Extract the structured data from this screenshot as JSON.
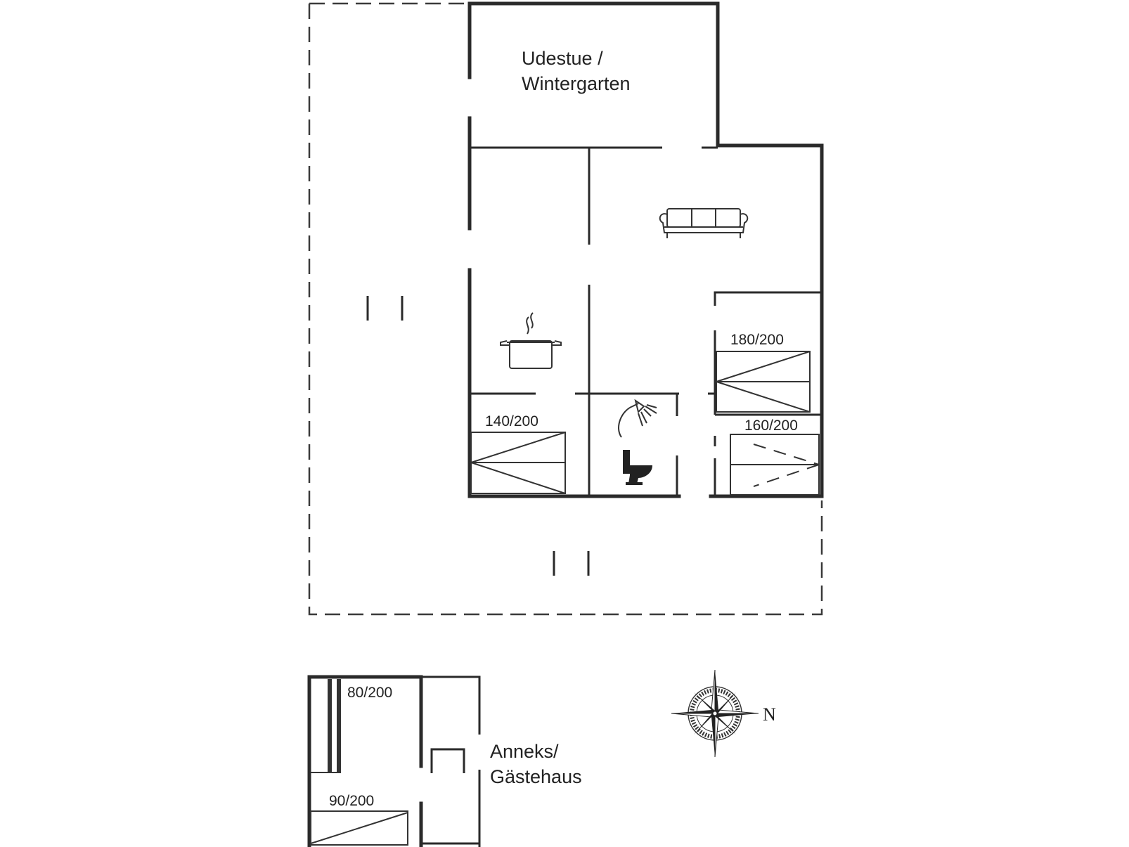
{
  "rooms": {
    "wintergarden_line1": "Udestue /",
    "wintergarden_line2": "Wintergarten"
  },
  "beds": {
    "bed_180": "180/200",
    "bed_140": "140/200",
    "bed_160": "160/200",
    "bed_80": "80/200",
    "bed_90": "90/200"
  },
  "annex": {
    "line1": "Anneks/",
    "line2": "Gästehaus"
  },
  "compass": {
    "north_label": "N"
  },
  "icons": [
    "sofa-icon",
    "cooking-pot-icon",
    "shower-icon",
    "toilet-icon",
    "compass-rose-icon"
  ]
}
